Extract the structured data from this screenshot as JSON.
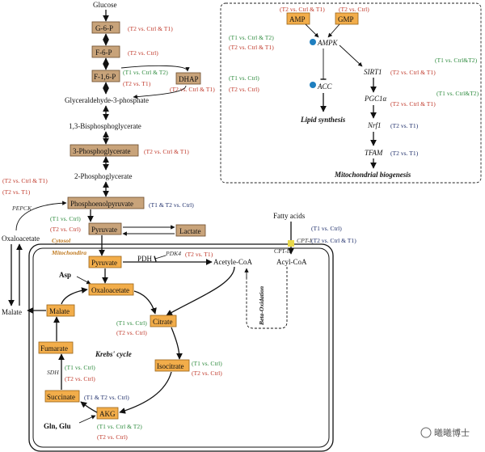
{
  "glycolysis": {
    "glucose": "Glucose",
    "g6p": "G-6-P",
    "f6p": "F-6-P",
    "f16p": "F-1,6-P",
    "dhap": "DHAP",
    "g3p": "Glyceraldehyde-3-phosphate",
    "bpg": "1,3-Bisphosphoglycerate",
    "pg3": "3-Phosphoglycerate",
    "pg2": "2-Phosphoglycerate",
    "pep": "Phosphoenolpyruvate",
    "pyruvate": "Pyruvate",
    "lactate": "Lactate",
    "oxaloacetate_cyt": "Oxaloacetate",
    "pepck": "PEPCK",
    "cytosol": "Cytosol"
  },
  "mito": {
    "label": "Mitochondira",
    "pyruvate": "Pyruvate",
    "pdh": "PDH",
    "pdk4": "PDK4",
    "acetyl_coa": "Acetyle-CoA",
    "acyl_coa": "Acyl-CoA",
    "cpt2": "CPT-II",
    "beta_ox": "Beta-Oxidation",
    "oxaloacetate": "Oxaloacetate",
    "asp": "Asp",
    "malate": "Malate",
    "malate_out": "Malate",
    "citrate": "Citrate",
    "fumarate": "Fumarate",
    "isocitrate": "Isocitrate",
    "krebs": "Krebs' cycle",
    "sdh": "SDH",
    "succinate": "Succinate",
    "akg": "AKG",
    "gln": "Gln, Glu"
  },
  "fatty": {
    "fatty_acids": "Fatty acids",
    "cpt1": "CPT-I"
  },
  "ampk_panel": {
    "amp": "AMP",
    "gmp": "GMP",
    "ampk": "AMPK",
    "acc": "ACC",
    "lipid": "Lipid synthesis",
    "sirt1": "SIRT1",
    "pgc1a": "PGC1α",
    "nrf1": "Nrf1",
    "tfam": "TFAM",
    "mito_bio": "Mitochondrial biogenesis"
  },
  "notes": {
    "g6p": "(T2 vs. Ctrl & T1)",
    "f6p": "(T2 vs. Ctrl)",
    "f16p_a": "(T1 vs. Ctrl & T2)",
    "f16p_b": "(T2 vs. T1)",
    "dhap": "(T2 vs. Ctrl & T1)",
    "pg3": "(T2 vs. Ctrl & T1)",
    "pepck_a": "(T2 vs. Ctrl & T1)",
    "pepck_b": "(T2 vs. T1)",
    "pep": "(T1 & T2 vs. Ctrl)",
    "pyr_a": "(T1 vs. Ctrl)",
    "pyr_b": "(T2 vs. Ctrl)",
    "pdk4": "(T2 vs. T1)",
    "cpt1_a": "(T1 vs. Ctrl)",
    "cpt1_b": "(T2 vs. Ctrl & T1)",
    "citrate_a": "(T1 vs. Ctrl)",
    "citrate_b": "(T2 vs. Ctrl)",
    "iso_a": "(T1 vs. Ctrl)",
    "iso_b": "(T2 vs. Ctrl)",
    "sdh_a": "(T1 vs. Ctrl)",
    "sdh_b": "(T2 vs. Ctrl)",
    "succ": "(T1 & T2 vs. Ctrl)",
    "akg_a": "(T1 vs. Ctrl & T2)",
    "akg_b": "(T2 vs. Ctrl)",
    "amp": "(T2 vs. Ctrl & T1)",
    "gmp": "(T2 vs. Ctrl)",
    "ampk_a": "(T1 vs. Ctrl & T2)",
    "ampk_b": "(T2 vs. Ctrl & T1)",
    "acc_a": "(T1 vs. Ctrl)",
    "acc_b": "(T2 vs. Ctrl)",
    "sirt1_a": "(T1 vs. Ctrl&T2)",
    "sirt1_b": "(T2 vs. Ctrl & T1)",
    "pgc_a": "(T1 vs. Ctrl&T2)",
    "pgc_b": "(T2 vs. Ctrl & T1)",
    "nrf1": "(T2 vs. T1)",
    "tfam": "(T2 vs. T1)"
  },
  "watermark": "曦曦博士",
  "colors": {
    "brown_box": "#c8a37a",
    "orange_box": "#f2ad4a",
    "up_red": "#c0392b",
    "up_green": "#2e8b3e",
    "down_navy": "#1f2f6b"
  }
}
